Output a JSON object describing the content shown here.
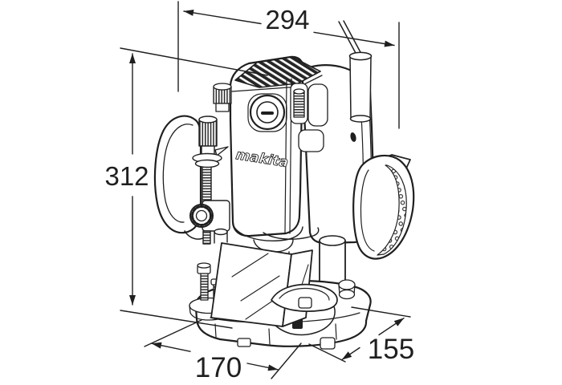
{
  "page": {
    "background_color": "#ffffff",
    "line_color": "#1f1f1f"
  },
  "drawing": {
    "kind": "dimensioned-technical-line-drawing",
    "subject": "plunge-router",
    "brand_logo": "makita",
    "dimensions": {
      "top_width": "294",
      "overall_height": "312",
      "base_width": "170",
      "base_depth": "155"
    }
  }
}
